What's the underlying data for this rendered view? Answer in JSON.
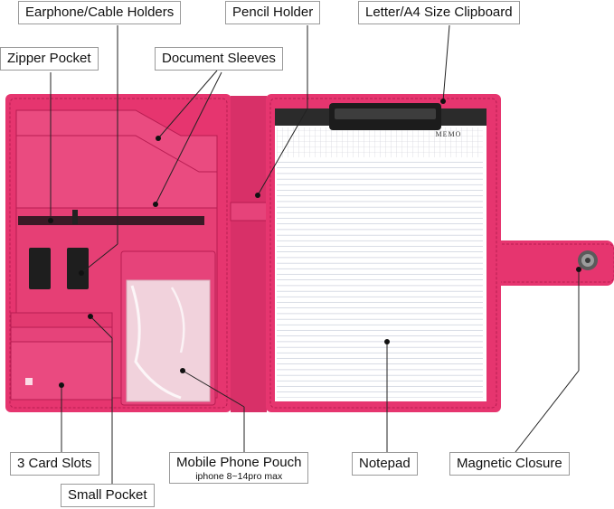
{
  "labels": {
    "earphone_cable_holders": "Earphone/Cable Holders",
    "pencil_holder": "Pencil Holder",
    "letter_a4_clipboard": "Letter/A4 Size Clipboard",
    "zipper_pocket": "Zipper Pocket",
    "document_sleeves": "Document Sleeves",
    "card_slots": "3 Card Slots",
    "mobile_phone_pouch": "Mobile Phone Pouch",
    "mobile_phone_pouch_sub": "iphone 8~14pro max",
    "notepad": "Notepad",
    "magnetic_closure": "Magnetic Closure",
    "small_pocket": "Small Pocket"
  },
  "notepad_header": "MEMO",
  "colors": {
    "leather": "#e6356f",
    "leather_dark": "#b81d52",
    "clip": "#2a2a2a",
    "paper": "#ffffff"
  }
}
